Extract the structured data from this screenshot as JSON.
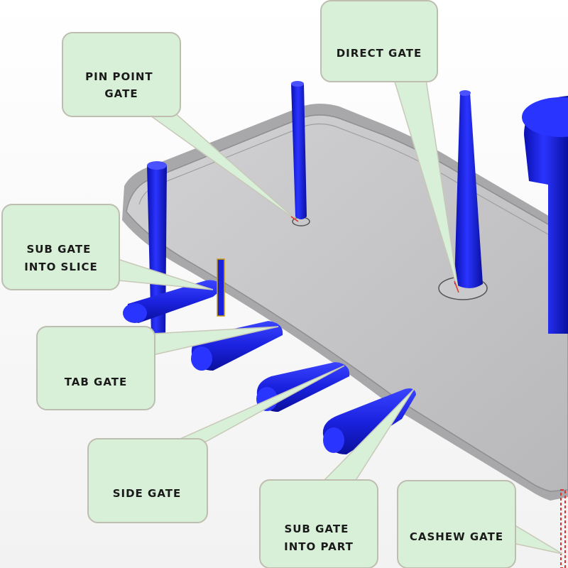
{
  "colors": {
    "callout_fill": "#d8f0d8",
    "runner_blue": "#1a22e0",
    "part_gray": "#c4c4c6",
    "background": "#ffffff"
  },
  "labels": {
    "pin_point_gate": [
      "PIN POINT",
      "GATE"
    ],
    "direct_gate": [
      "DIRECT GATE"
    ],
    "sub_gate_into_slice": [
      "SUB GATE",
      "INTO SLICE"
    ],
    "tab_gate": [
      "TAB GATE"
    ],
    "side_gate": [
      "SIDE GATE"
    ],
    "sub_gate_into_part": [
      "SUB GATE",
      "INTO PART"
    ],
    "cashew_gate": [
      "CASHEW GATE"
    ]
  }
}
